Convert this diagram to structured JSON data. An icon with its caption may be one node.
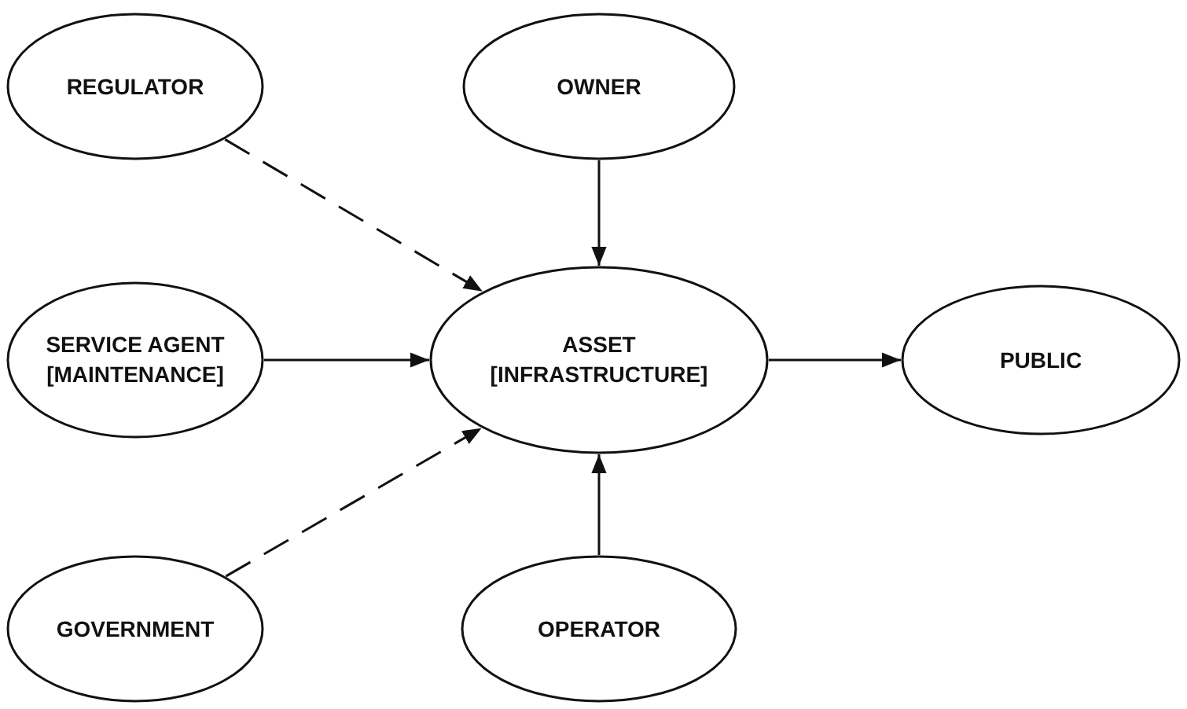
{
  "diagram": {
    "nodes": [
      {
        "text": [
          "REGULATOR"
        ]
      },
      {
        "text": [
          "OWNER"
        ]
      },
      {
        "text": [
          "SERVICE AGENT [MAINTENANCE]"
        ]
      },
      {
        "text": [
          "ASSET [INFRASTRUCTURE]"
        ]
      },
      {
        "text": [
          "PUBLIC"
        ]
      },
      {
        "text": [
          "GOVERNMENT"
        ]
      },
      {
        "text": [
          "OPERATOR"
        ]
      }
    ],
    "edges": [
      {
        "from": 0,
        "to": 3,
        "arrow": "to",
        "style": "dashed"
      },
      {
        "from": 1,
        "to": 3,
        "arrow": "to"
      },
      {
        "from": 2,
        "to": 3,
        "arrow": "to"
      },
      {
        "from": 3,
        "to": 4,
        "arrow": "to"
      },
      {
        "from": 5,
        "to": 3,
        "arrow": "to",
        "style": "dashed"
      },
      {
        "from": 6,
        "to": 3,
        "arrow": "to"
      }
    ]
  }
}
